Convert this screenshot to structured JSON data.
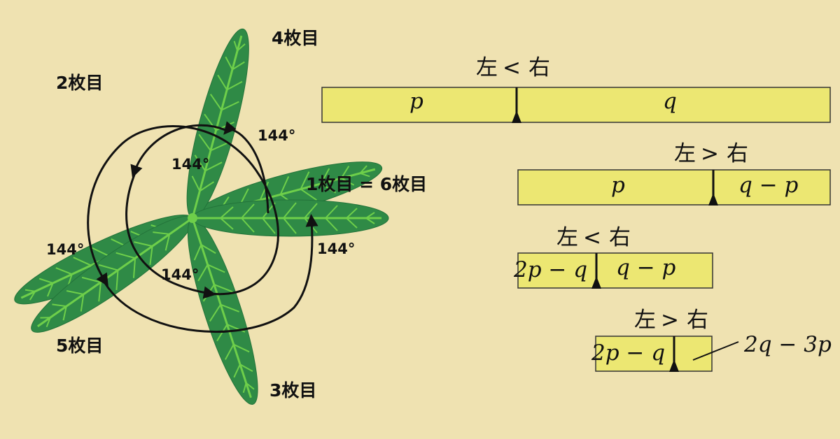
{
  "leaves": {
    "leaf1": "1枚目 = 6枚目",
    "leaf2": "2枚目",
    "leaf3": "3枚目",
    "leaf4": "4枚目",
    "leaf5": "5枚目"
  },
  "angles": [
    "144°",
    "144°",
    "144°",
    "144°",
    "144°"
  ],
  "comparisons": [
    {
      "left": "左",
      "sign": "<",
      "right": "右",
      "sign_color": "#2233cc"
    },
    {
      "left": "左",
      "sign": ">",
      "right": "右",
      "sign_color": "#ee2222"
    },
    {
      "left": "左",
      "sign": "<",
      "right": "右",
      "sign_color": "#2233cc"
    },
    {
      "left": "左",
      "sign": ">",
      "right": "右",
      "sign_color": "#ee2222"
    }
  ],
  "bars": [
    {
      "left_label": "p",
      "right_label": "q"
    },
    {
      "left_label": "p",
      "right_label": "q − p"
    },
    {
      "left_label": "2p − q",
      "right_label": "q − p"
    },
    {
      "left_label": "2p − q",
      "right_label": "2q − 3p"
    }
  ],
  "colors": {
    "background": "#efe2b1",
    "leaf": "#2f8a46",
    "vein": "#6ecf4a",
    "bar": "#ece772"
  }
}
